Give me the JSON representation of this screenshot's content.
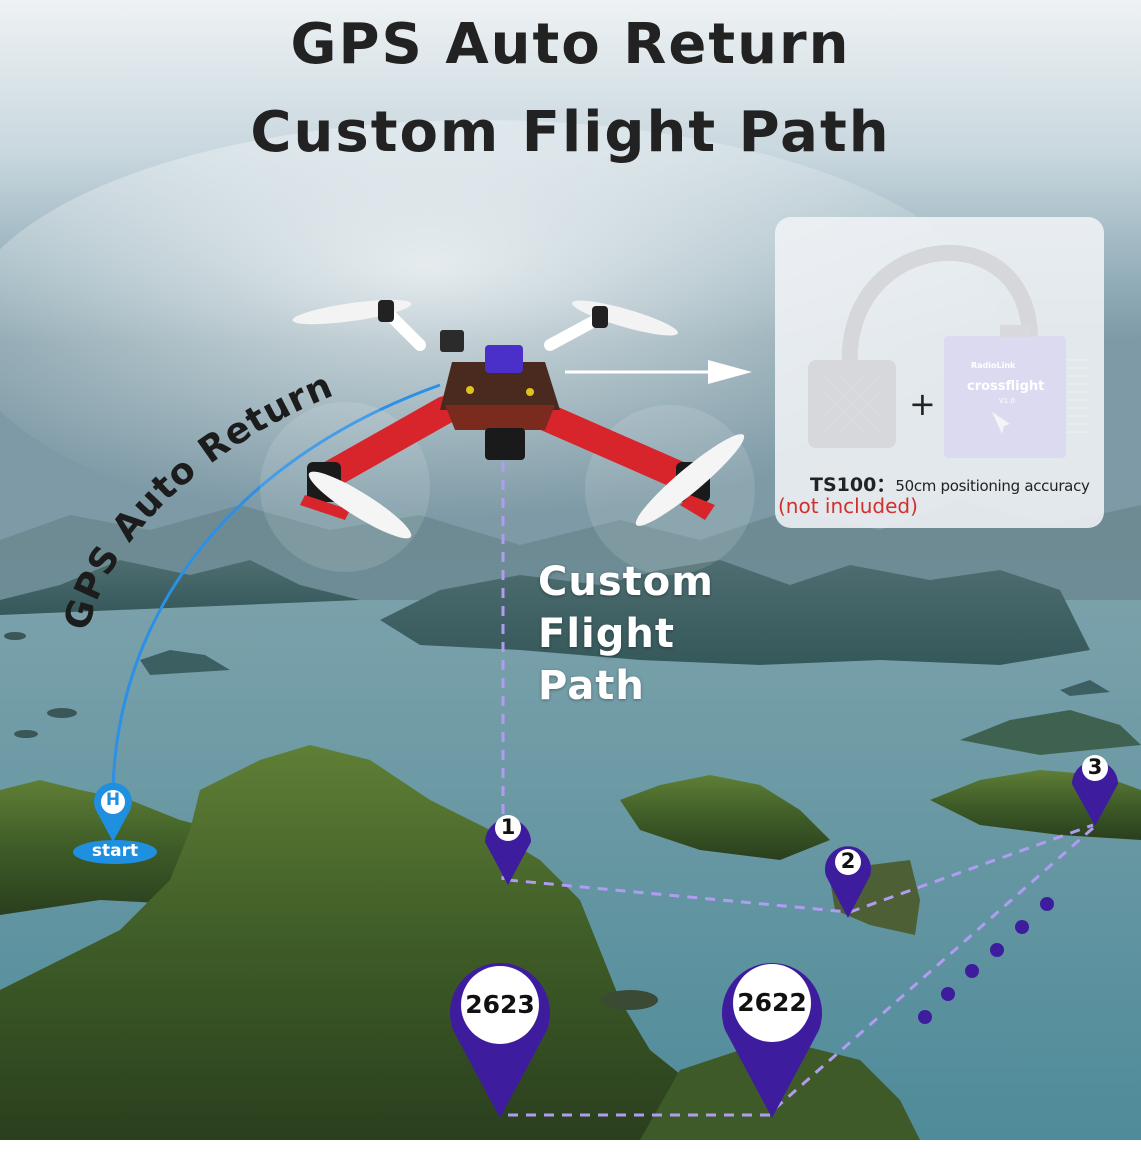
{
  "title": {
    "line1": "GPS Auto Return",
    "line2": "Custom Flight Path"
  },
  "arc_label": "GPS Auto Return",
  "custom_path_label": [
    "Custom",
    "Flight",
    "Path"
  ],
  "home_marker": {
    "letter": "H",
    "label": "start",
    "color": "#1f8fe0"
  },
  "waypoints": [
    {
      "label": "1"
    },
    {
      "label": "2"
    },
    {
      "label": "3"
    }
  ],
  "flight_controllers": [
    {
      "label": "2623"
    },
    {
      "label": "2622"
    }
  ],
  "product": {
    "gps_name": "TS100",
    "gps_separator": "：",
    "gps_desc": "50cm positioning accuracy",
    "note": "(not included)",
    "plus": "+",
    "fc_brand": "RadioLink",
    "fc_name": "crossflight",
    "fc_version": "V1.0"
  },
  "colors": {
    "marker_purple": "#3d1d9e",
    "path_dash": "#b09cf0",
    "arc_blue": "#2b90e6",
    "note_red": "#d0312d",
    "drone_red": "#d8242b"
  },
  "icons": [
    "location-pin-icon",
    "home-pin-icon",
    "dot-trail-icon",
    "arrow-right-icon"
  ]
}
